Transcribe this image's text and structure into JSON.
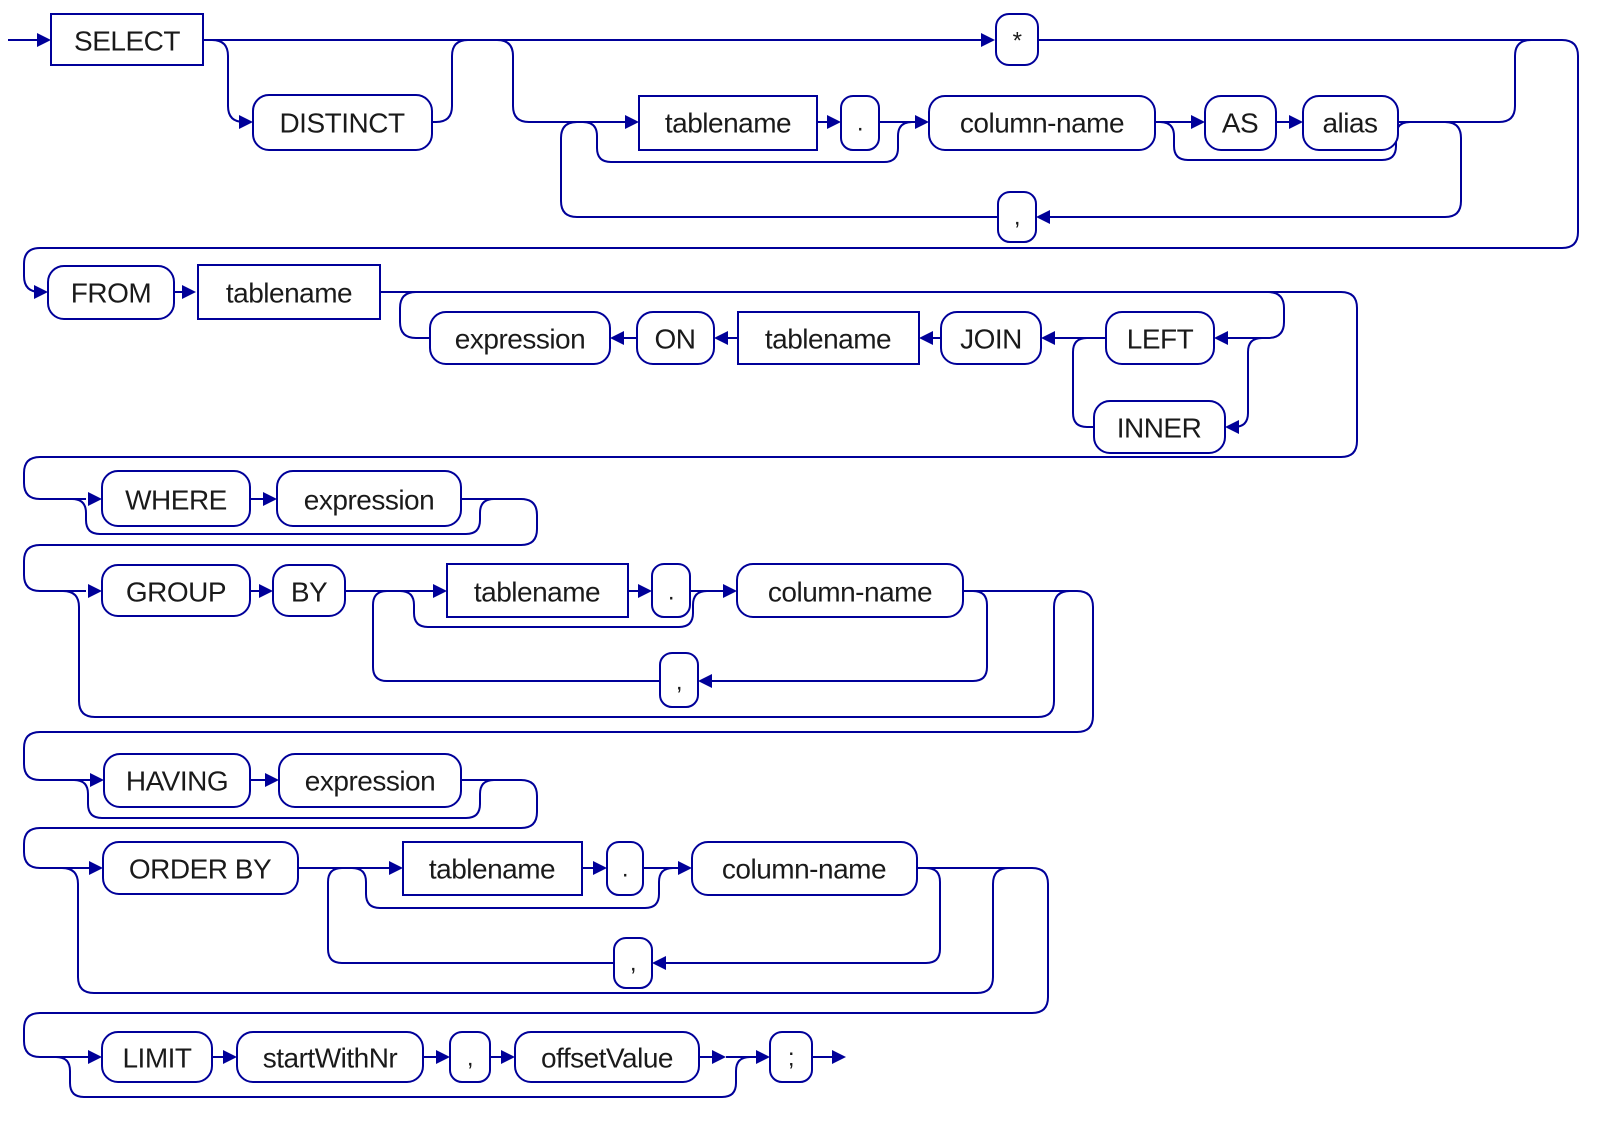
{
  "diagram": {
    "type": "railroad-syntax-diagram",
    "subject": "SQL SELECT statement",
    "colors": {
      "line": "#000099",
      "text": "#1a1a1a",
      "background": "#ffffff"
    },
    "rows": [
      {
        "name": "select-clause",
        "nodes": [
          {
            "label": "SELECT",
            "kind": "nonterminal"
          },
          {
            "label": "DISTINCT",
            "kind": "terminal"
          },
          {
            "label": "*",
            "kind": "terminal"
          },
          {
            "label": "tablename",
            "kind": "nonterminal"
          },
          {
            "label": ".",
            "kind": "terminal"
          },
          {
            "label": "column-name",
            "kind": "terminal"
          },
          {
            "label": "AS",
            "kind": "terminal"
          },
          {
            "label": "alias",
            "kind": "terminal"
          },
          {
            "label": ",",
            "kind": "terminal"
          }
        ]
      },
      {
        "name": "from-clause",
        "nodes": [
          {
            "label": "FROM",
            "kind": "terminal"
          },
          {
            "label": "tablename",
            "kind": "nonterminal"
          },
          {
            "label": "expression",
            "kind": "terminal"
          },
          {
            "label": "ON",
            "kind": "terminal"
          },
          {
            "label": "tablename",
            "kind": "nonterminal"
          },
          {
            "label": "JOIN",
            "kind": "terminal"
          },
          {
            "label": "LEFT",
            "kind": "terminal"
          },
          {
            "label": "INNER",
            "kind": "terminal"
          }
        ]
      },
      {
        "name": "where-clause",
        "nodes": [
          {
            "label": "WHERE",
            "kind": "terminal"
          },
          {
            "label": "expression",
            "kind": "terminal"
          }
        ]
      },
      {
        "name": "group-by-clause",
        "nodes": [
          {
            "label": "GROUP",
            "kind": "terminal"
          },
          {
            "label": "BY",
            "kind": "terminal"
          },
          {
            "label": "tablename",
            "kind": "nonterminal"
          },
          {
            "label": ".",
            "kind": "terminal"
          },
          {
            "label": "column-name",
            "kind": "terminal"
          },
          {
            "label": ",",
            "kind": "terminal"
          }
        ]
      },
      {
        "name": "having-clause",
        "nodes": [
          {
            "label": "HAVING",
            "kind": "terminal"
          },
          {
            "label": "expression",
            "kind": "terminal"
          }
        ]
      },
      {
        "name": "order-by-clause",
        "nodes": [
          {
            "label": "ORDER BY",
            "kind": "terminal"
          },
          {
            "label": "tablename",
            "kind": "nonterminal"
          },
          {
            "label": ".",
            "kind": "terminal"
          },
          {
            "label": "column-name",
            "kind": "terminal"
          },
          {
            "label": ",",
            "kind": "terminal"
          }
        ]
      },
      {
        "name": "limit-clause",
        "nodes": [
          {
            "label": "LIMIT",
            "kind": "terminal"
          },
          {
            "label": "startWithNr",
            "kind": "terminal"
          },
          {
            "label": ",",
            "kind": "terminal"
          },
          {
            "label": "offsetValue",
            "kind": "terminal"
          },
          {
            "label": ";",
            "kind": "terminal"
          }
        ]
      }
    ]
  }
}
